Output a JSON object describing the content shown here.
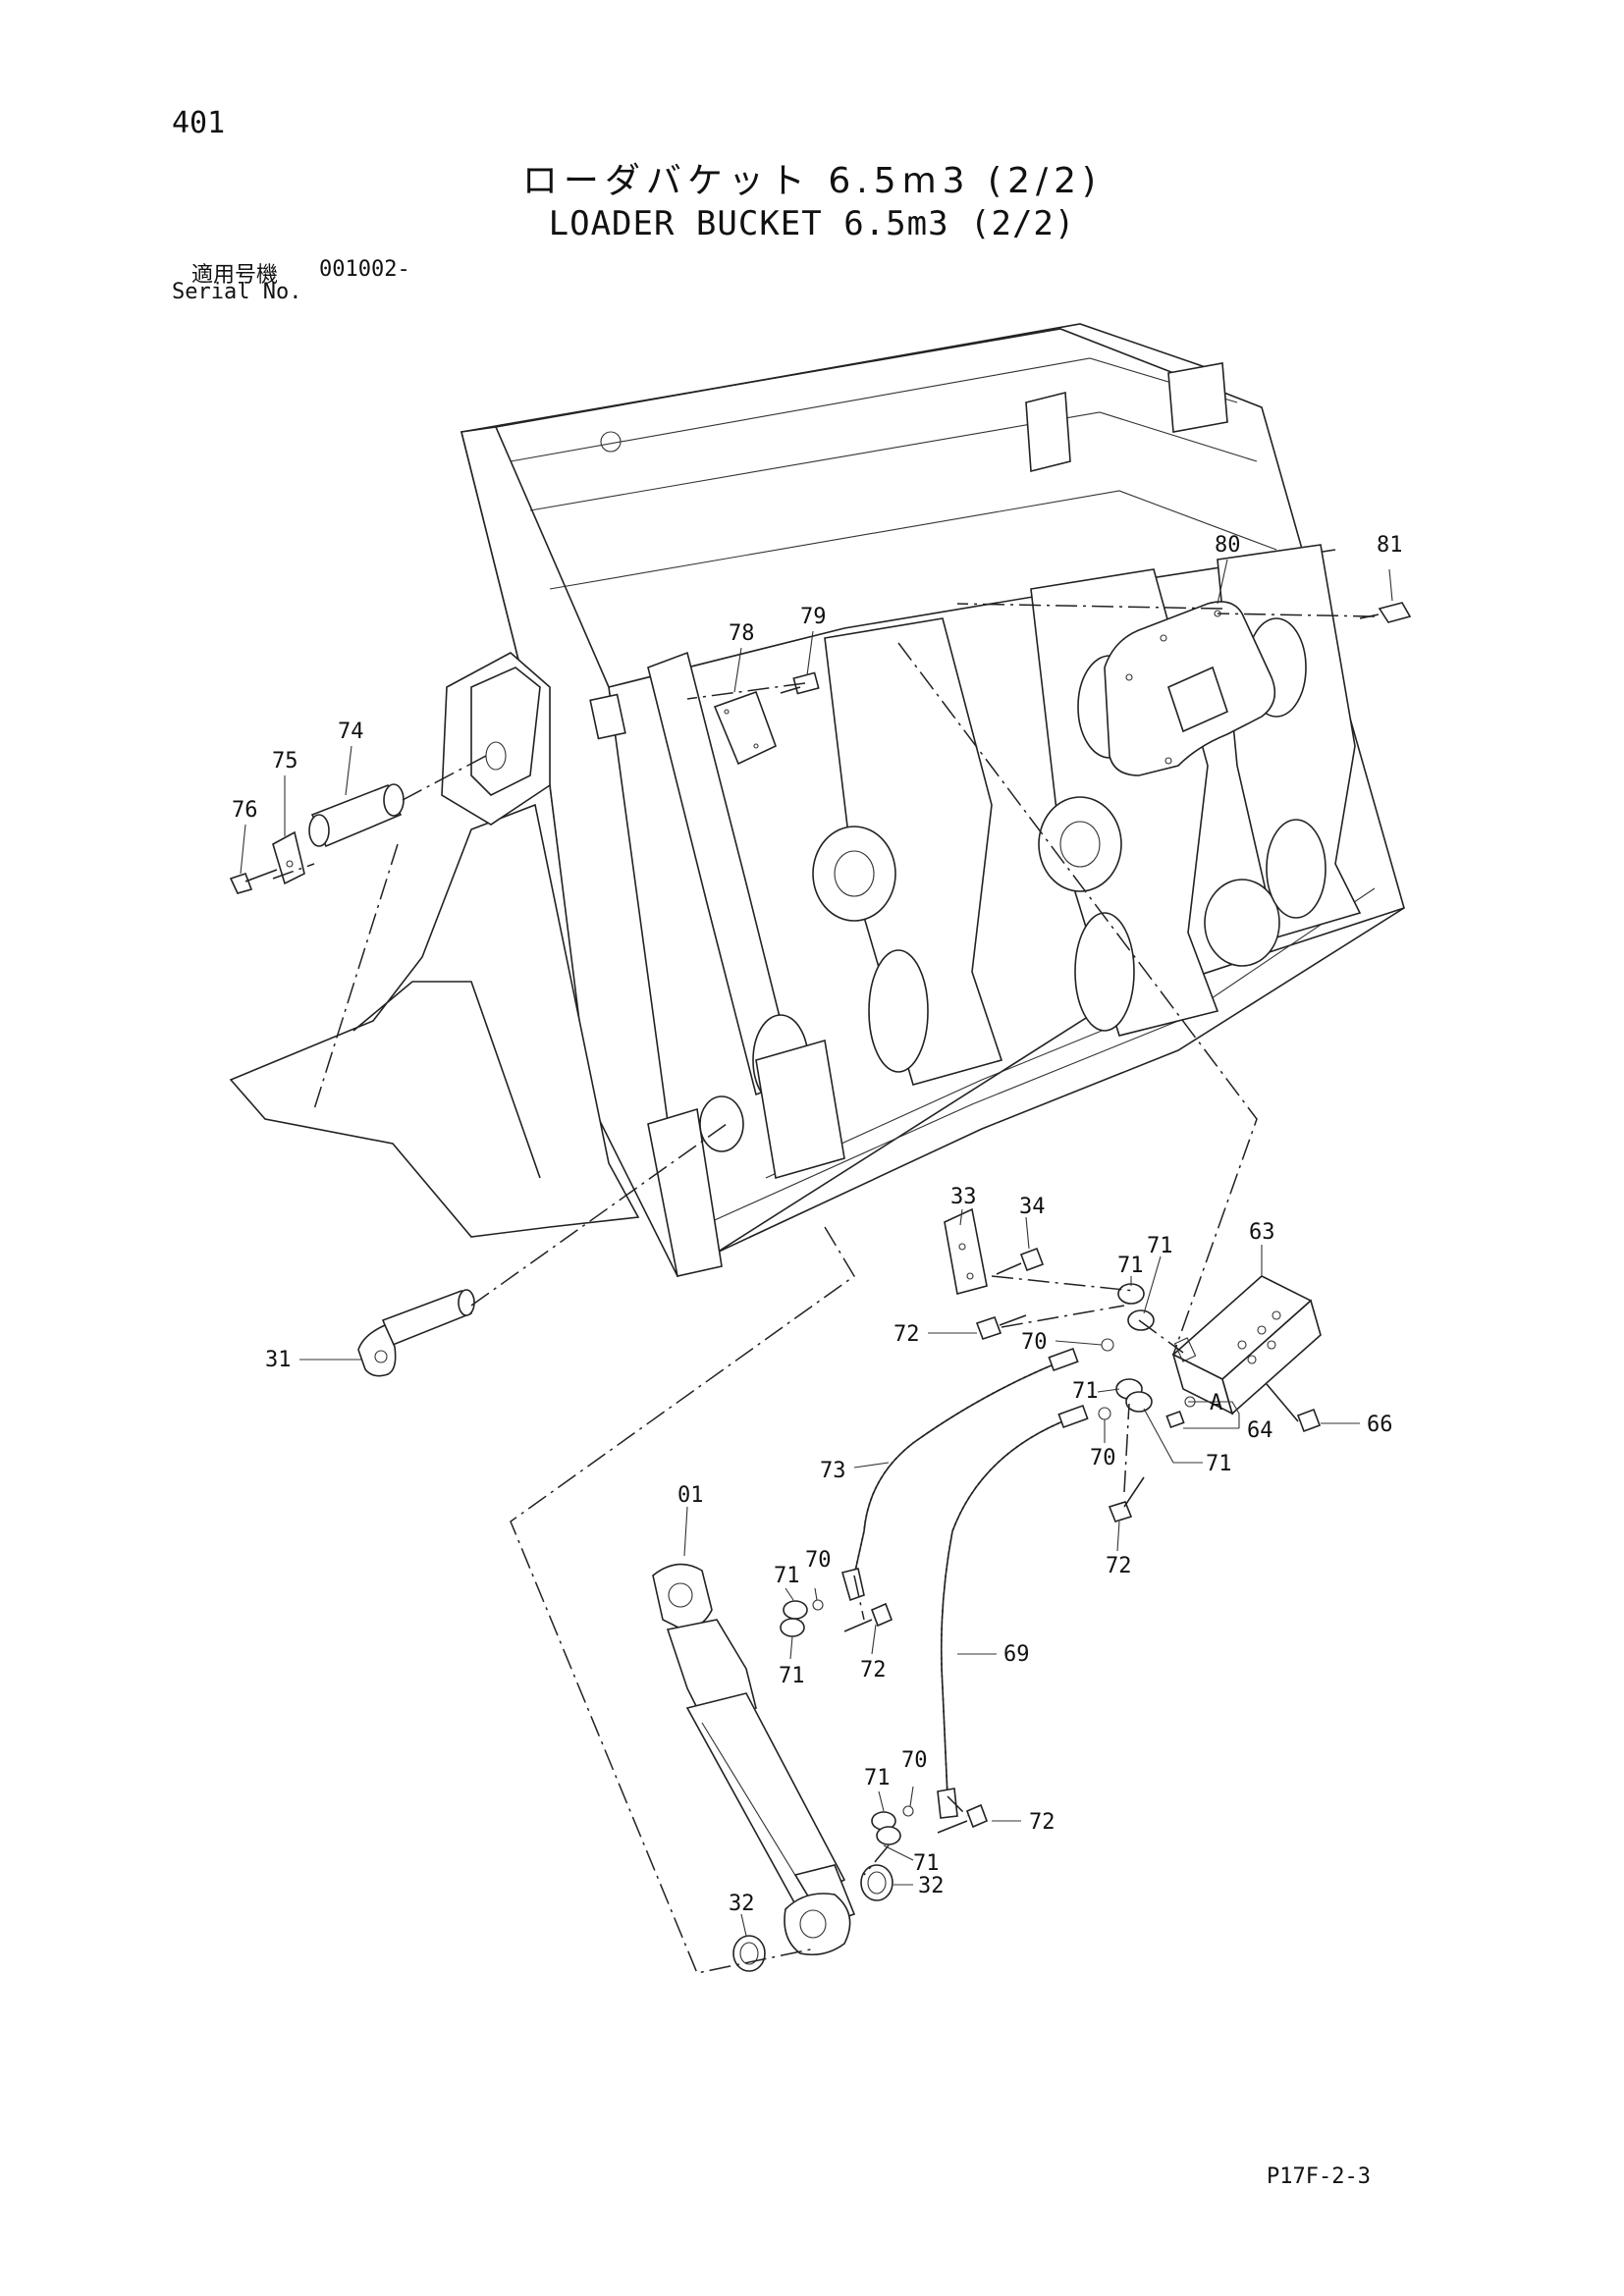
{
  "header": {
    "page_number": "401",
    "title_jp": "ローダバケット 6.5m3 (2/2)",
    "title_en": "LOADER BUCKET 6.5m3 (2/2)",
    "serial_label_jp": "適用号機",
    "serial_value": "001002-",
    "serial_label_en": "Serial No."
  },
  "footer": {
    "page_code": "P17F-2-3"
  },
  "callouts": {
    "c01": "01",
    "c31": "31",
    "c32a": "32",
    "c32b": "32",
    "c33": "33",
    "c34": "34",
    "c63": "63",
    "c64": "64",
    "c66": "66",
    "c69": "69",
    "c70a": "70",
    "c70b": "70",
    "c70c": "70",
    "c70d": "70",
    "c71a": "71",
    "c71b": "71",
    "c71c": "71",
    "c71d": "71",
    "c71e": "71",
    "c71f": "71",
    "c71g": "71",
    "c71h": "71",
    "c72a": "72",
    "c72b": "72",
    "c72c": "72",
    "c72d": "72",
    "c73": "73",
    "c74": "74",
    "c75": "75",
    "c76": "76",
    "c78": "78",
    "c79": "79",
    "c80": "80",
    "c81": "81",
    "cA": "A"
  }
}
